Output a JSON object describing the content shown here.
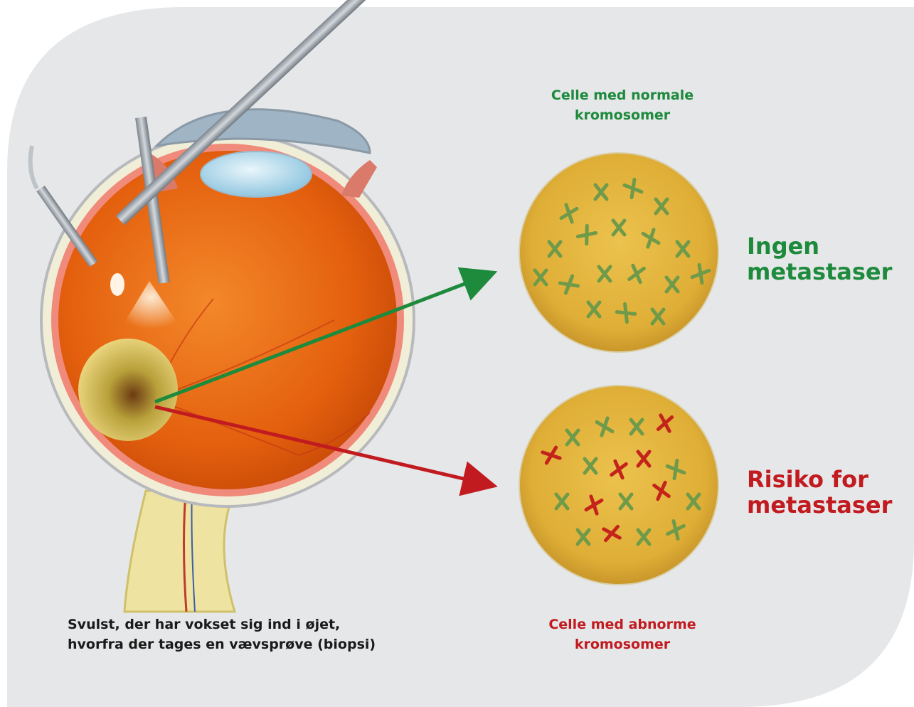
{
  "colors": {
    "background_panel": "#e6e7e9",
    "good": "#1d8a3c",
    "bad": "#c11b20",
    "eye_inside": "#e8620f",
    "cell": "#e2b23a",
    "chromosome_green": "#6f9a4a",
    "chromosome_red": "#c4231c",
    "instrument": "#a4acb4"
  },
  "labels": {
    "normal_cell": [
      "Celle med normale",
      "kromosomer"
    ],
    "abnormal_cell": [
      "Celle med abnorme",
      "kromosomer"
    ],
    "no_metastasis": [
      "Ingen",
      "metastaser"
    ],
    "risk_metastasis": [
      "Risiko for",
      "metastaser"
    ],
    "caption": [
      "Svulst, der har vokset sig ind i øjet,",
      "hvorfra der tages en vævsprøve (biopsi)"
    ]
  },
  "icons": {
    "eye": "eye-cross-section-icon",
    "normal_cell": "normal-cell-icon",
    "abnormal_cell": "abnormal-cell-icon"
  }
}
